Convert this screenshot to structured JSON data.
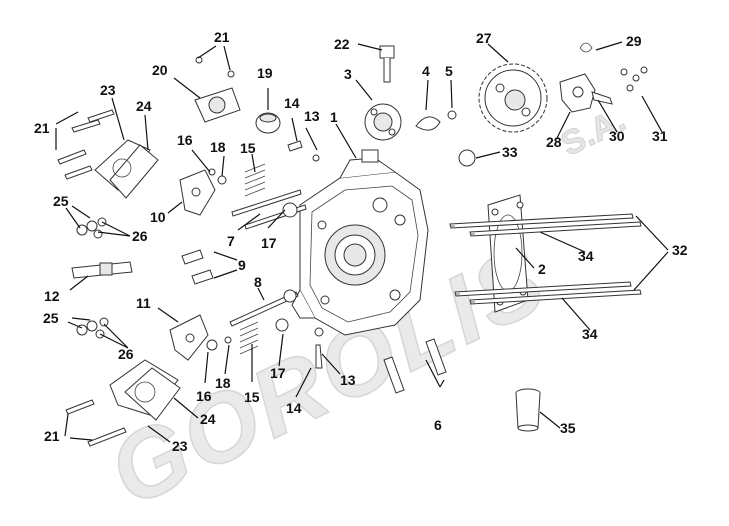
{
  "watermark": {
    "brand": "GOROLIS",
    "suffix": "S.A."
  },
  "callouts": [
    "1",
    "2",
    "3",
    "4",
    "5",
    "6",
    "7",
    "8",
    "9",
    "10",
    "11",
    "12",
    "13",
    "13",
    "14",
    "14",
    "15",
    "15",
    "16",
    "16",
    "17",
    "17",
    "18",
    "18",
    "19",
    "20",
    "21",
    "21",
    "21",
    "22",
    "23",
    "23",
    "24",
    "24",
    "25",
    "25",
    "26",
    "26",
    "27",
    "28",
    "29",
    "30",
    "31",
    "32",
    "33",
    "34",
    "34",
    "35"
  ]
}
